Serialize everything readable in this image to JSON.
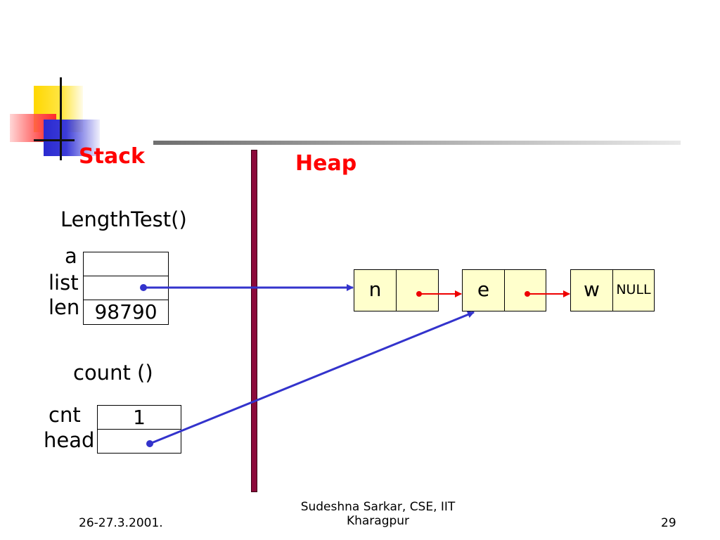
{
  "slide": {
    "stack_title": "Stack",
    "heap_title": "Heap",
    "frame1": {
      "function_label": "LengthTest()",
      "vars": [
        "a",
        "list",
        "len"
      ],
      "len_value": "98790"
    },
    "frame2": {
      "function_label": "count ()",
      "vars": [
        "cnt",
        "head"
      ],
      "cnt_value": "1"
    },
    "heap_nodes": [
      {
        "value": "n",
        "next": "pointer"
      },
      {
        "value": "e",
        "next": "pointer"
      },
      {
        "value": "w",
        "next": "NULL"
      }
    ],
    "footer": {
      "date": "26-27.3.2001.",
      "author": "Sudeshna Sarkar, CSE, IIT",
      "institution": "Kharagpur",
      "page": "29"
    }
  },
  "colors": {
    "title": "#ff0000",
    "divider": "#8b0a3a",
    "node_fill": "#ffffcc",
    "stack_pointer": "#3333cc",
    "heap_pointer": "#ee0000"
  }
}
